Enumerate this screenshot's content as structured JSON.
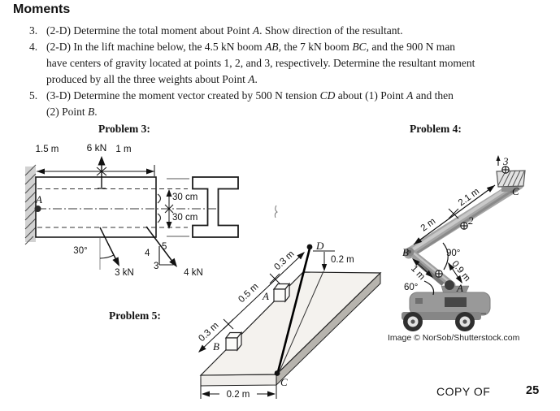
{
  "page": {
    "title": "Moments"
  },
  "problems": [
    {
      "number": "3.",
      "lines": [
        [
          {
            "t": "(2-D) Determine the total moment about Point ",
            "i": false
          },
          {
            "t": "A",
            "i": true
          },
          {
            "t": ". Show direction of the resultant.",
            "i": false
          }
        ]
      ]
    },
    {
      "number": "4.",
      "lines": [
        [
          {
            "t": "(2-D) In the lift machine below, the 4.5 kN boom ",
            "i": false
          },
          {
            "t": "AB",
            "i": true
          },
          {
            "t": ", the 7 kN boom ",
            "i": false
          },
          {
            "t": "BC",
            "i": true
          },
          {
            "t": ", and the 900 N man",
            "i": false
          }
        ],
        [
          {
            "t": "have centers of gravity located at points 1, 2, and 3, respectively. Determine the resultant moment",
            "i": false
          }
        ],
        [
          {
            "t": "produced by all the three weights about Point ",
            "i": false
          },
          {
            "t": "A",
            "i": true
          },
          {
            "t": ".",
            "i": false
          }
        ]
      ]
    },
    {
      "number": "5.",
      "lines": [
        [
          {
            "t": "(3-D) Determine the moment vector created by 500 N tension ",
            "i": false
          },
          {
            "t": "CD",
            "i": true
          },
          {
            "t": " about (1) Point ",
            "i": false
          },
          {
            "t": "A",
            "i": true
          },
          {
            "t": " and then",
            "i": false
          }
        ],
        [
          {
            "t": "(2) Point ",
            "i": false
          },
          {
            "t": "B",
            "i": true
          },
          {
            "t": ".",
            "i": false
          }
        ]
      ]
    }
  ],
  "p3": {
    "title": "Problem 3:",
    "force_top": "6 kN",
    "dim_left": "1.5 m",
    "dim_right": "1 m",
    "dim_upper": "30 cm",
    "dim_lower": "30 cm",
    "angle": "30°",
    "force_left": "3 kN",
    "force_right": "4 kN",
    "slope_3": "3",
    "slope_4": "4",
    "slope_5": "5",
    "point_a": "A"
  },
  "p4": {
    "title": "Problem 4:",
    "pt3": "3",
    "pt2": "2",
    "ptC": "C",
    "ptB": "B",
    "ptA": "A",
    "ang90": "90°",
    "ang60": "60°",
    "dim21": "2.1 m",
    "dim2": "2 m",
    "dim1": "1 m",
    "dim09": "0.9 m",
    "credit": "Image © NorSob/Shutterstock.com"
  },
  "p5": {
    "title": "Problem 5:",
    "ptA": "A",
    "ptB": "B",
    "ptC": "C",
    "ptD": "D",
    "dim02top": "0.2 m",
    "dim03top": "0.3 m",
    "dim05": "0.5 m",
    "dim03bot": "0.3 m",
    "dim02bot": "0.2 m"
  },
  "footer": {
    "copy_label": "COPY OF",
    "page_number": "25"
  },
  "colors": {
    "ink": "#1a1a1a",
    "wall_fill": "#d2d2d2",
    "machine_gray": "#a6a6a6",
    "plate_side": "#b7b4ae",
    "plate_top": "#f4f2ee"
  }
}
